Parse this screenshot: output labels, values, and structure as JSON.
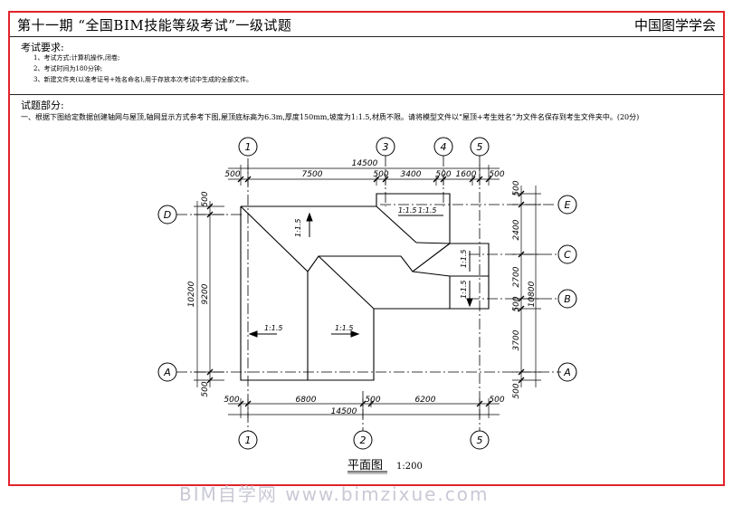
{
  "header": {
    "title": "第十一期 “全国BIM技能等级考试”一级试题",
    "org": "中国图学学会"
  },
  "requirements": {
    "label": "考试要求:",
    "items": [
      "1、考试方式:计算机操作,闭卷;",
      "2、考试时间为180分钟;",
      "3、新建文件夹(以准考证号+姓名命名),用于存放本次考试中生成的全部文件。"
    ]
  },
  "task": {
    "label": "试题部分:",
    "question": "一、根据下图给定数据创建轴网与屋顶,轴网显示方式参考下图,屋顶底标高为6.3m,厚度150mm,坡度为1:1.5,材质不限。请将模型文件以“屋顶+考生姓名”为文件名保存到考生文件夹中。(20分)"
  },
  "drawing": {
    "grid_bubbles_top": [
      "1",
      "3",
      "4",
      "5"
    ],
    "grid_bubbles_bottom": [
      "1",
      "2",
      "5"
    ],
    "grid_bubbles_left": [
      "D",
      "A"
    ],
    "grid_bubbles_right": [
      "E",
      "C",
      "B",
      "A"
    ],
    "dims_top_total": "14500",
    "dims_top": [
      "500",
      "7500",
      "500",
      "3400",
      "500",
      "1600",
      "500"
    ],
    "dims_bottom": [
      "500",
      "6800",
      "500",
      "6200",
      "500"
    ],
    "dims_bottom_total": "14500",
    "dims_left_outer": "10200",
    "dims_left_inner": "9200",
    "dims_left_small": [
      "500",
      "500"
    ],
    "dims_right_total": "10800",
    "dims_right": [
      "500",
      "2400",
      "2700",
      "500",
      "3700",
      "500"
    ],
    "slopes": [
      "1:1.5",
      "1:1.5",
      "1:1.5",
      "1:1.5",
      "1:1.5",
      "1:1.5",
      "1:1.5"
    ],
    "caption": "平面图",
    "scale": "1:200"
  },
  "watermark": "BIM自学网 www.bimzixue.com",
  "colors": {
    "frame": "#e0242b",
    "line": "#000000"
  }
}
